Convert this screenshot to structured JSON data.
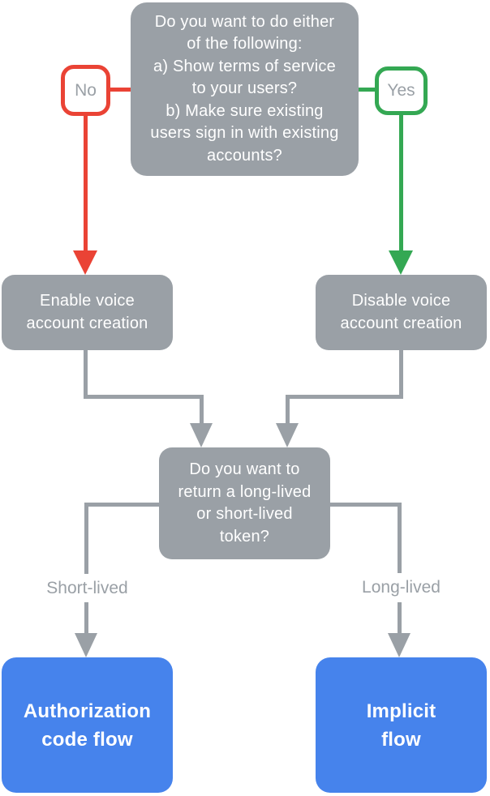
{
  "colors": {
    "box_gray": "#9AA0A6",
    "connector_gray": "#9AA0A6",
    "red": "#EA4335",
    "green": "#34A853",
    "blue": "#4683EC",
    "label_text": "#9AA0A6"
  },
  "flowchart": {
    "top_question": "Do you want to do either\nof the following:\na) Show terms of service\nto your users?\nb) Make sure existing\nusers sign in with existing\naccounts?",
    "no_label": "No",
    "yes_label": "Yes",
    "enable_node": "Enable voice\naccount creation",
    "disable_node": "Disable voice\naccount creation",
    "token_question": "Do you want to\nreturn a long-lived\nor short-lived\ntoken?",
    "short_lived_label": "Short-lived",
    "long_lived_label": "Long-lived",
    "auth_code_node": "Authorization\ncode flow",
    "implicit_node": "Implicit\nflow"
  }
}
